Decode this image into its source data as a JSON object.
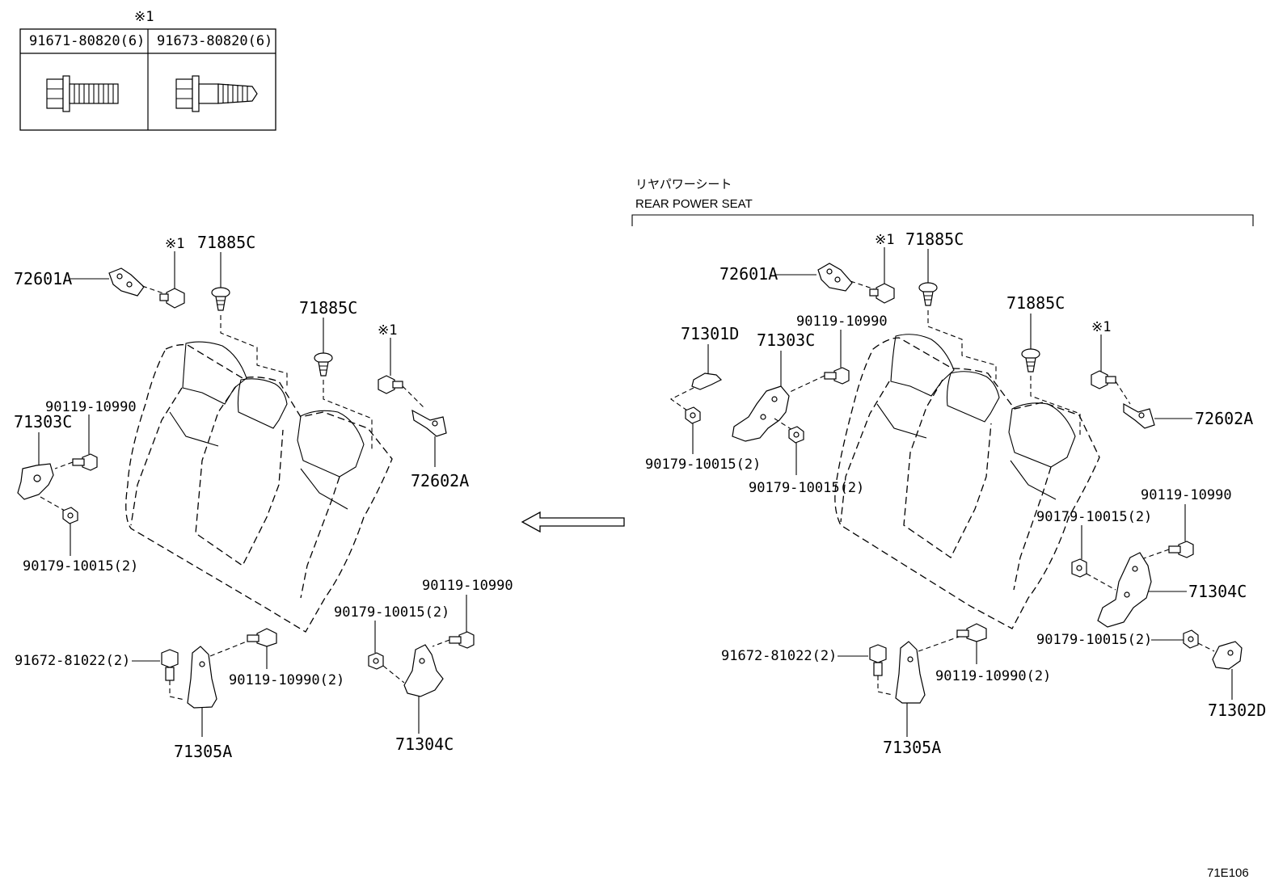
{
  "legend": {
    "symbol": "※1",
    "col1_part": "91671-80820(6)",
    "col2_part": "91673-80820(6)"
  },
  "rear_power_seat": {
    "title_jp": "リヤパワーシート",
    "title_en": "REAR POWER SEAT"
  },
  "left": {
    "p72601A": "72601A",
    "x1_a": "※1",
    "p71885C_a": "71885C",
    "p71885C_b": "71885C",
    "x1_b": "※1",
    "p72602A": "72602A",
    "p90119_10990": "90119-10990",
    "p71303C": "71303C",
    "p90179_10015_2": "90179-10015(2)",
    "p91672_81022_2": "91672-81022(2)",
    "p90119_10990_2": "90119-10990(2)",
    "p71305A": "71305A",
    "p90119_10990_b": "90119-10990",
    "p90179_10015_2b": "90179-10015(2)",
    "p71304C": "71304C"
  },
  "right": {
    "p72601A": "72601A",
    "x1_a": "※1",
    "p71885C_a": "71885C",
    "p71885C_b": "71885C",
    "x1_b": "※1",
    "p72602A": "72602A",
    "p71301D": "71301D",
    "p71303C": "71303C",
    "p90119_10990_a": "90119-10990",
    "p90179_10015_a": "90179-10015(2)",
    "p90179_10015_b": "90179-10015(2)",
    "p90179_10015_c": "90179-10015(2)",
    "p90119_10990_b": "90119-10990",
    "p71304C": "71304C",
    "p90179_10015_d": "90179-10015(2)",
    "p71302D": "71302D",
    "p91672_81022_2": "91672-81022(2)",
    "p90119_10990_2": "90119-10990(2)",
    "p71305A": "71305A"
  },
  "figure_code": "71E106"
}
